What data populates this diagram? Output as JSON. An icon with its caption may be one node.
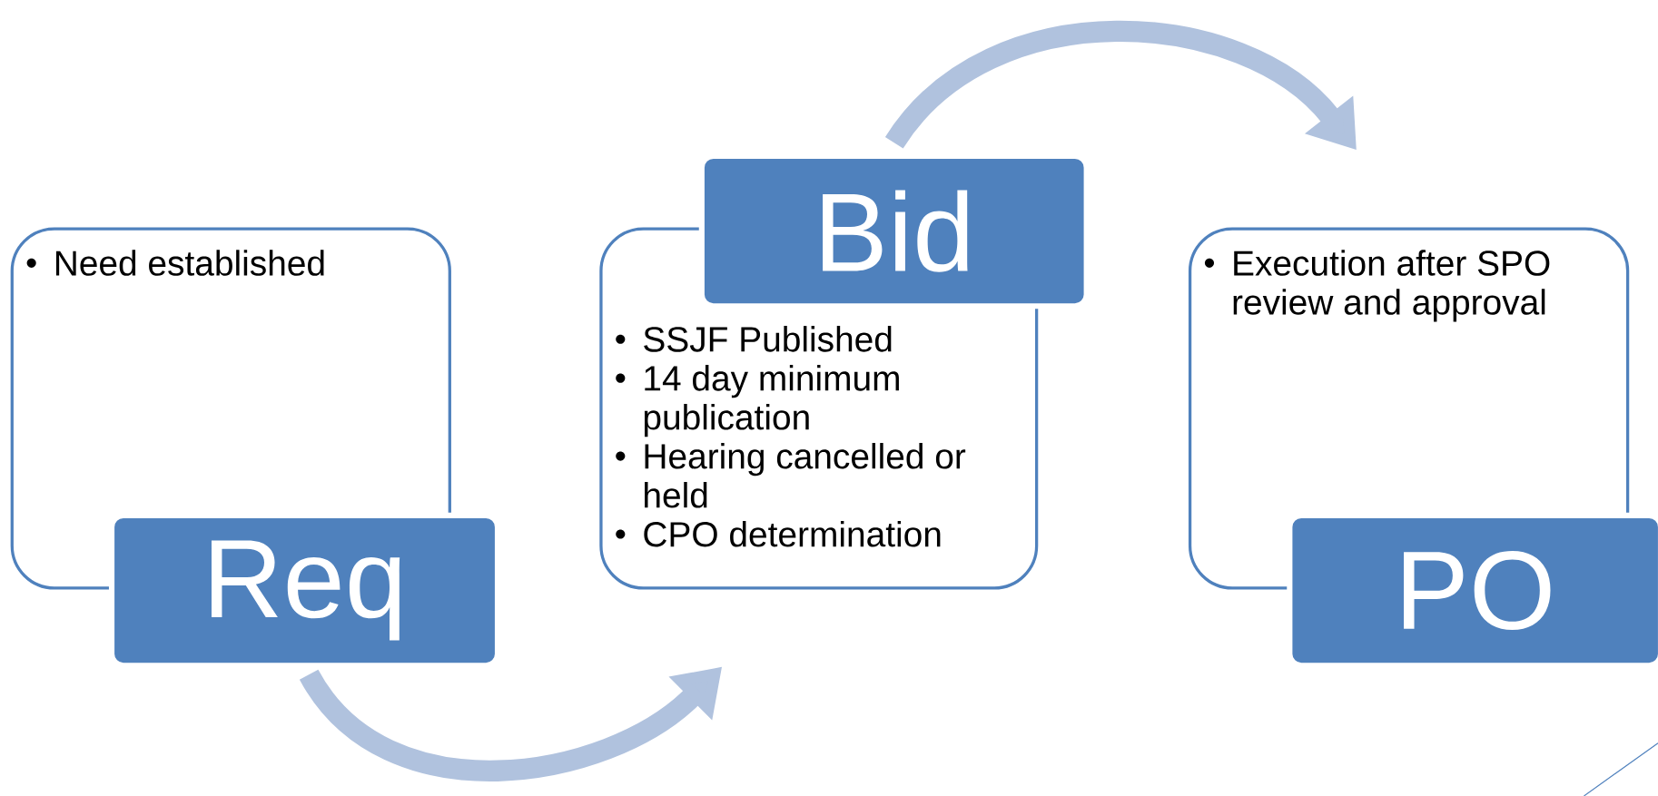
{
  "diagram": {
    "nodes": [
      {
        "text": [
          "Need established"
        ]
      },
      {
        "text": [
          "Req"
        ]
      },
      {
        "text": [
          "SSJF Published",
          "14 day minimum publication",
          "Hearing cancelled or held",
          "CPO determination"
        ]
      },
      {
        "text": [
          "Bid"
        ]
      },
      {
        "text": [
          "Execution after SPO review and approval"
        ]
      },
      {
        "text": [
          "PO"
        ]
      }
    ],
    "edges": [
      {
        "from": 1,
        "to": 2,
        "arrow": "to"
      },
      {
        "from": 3,
        "to": 4,
        "arrow": "to"
      }
    ]
  }
}
